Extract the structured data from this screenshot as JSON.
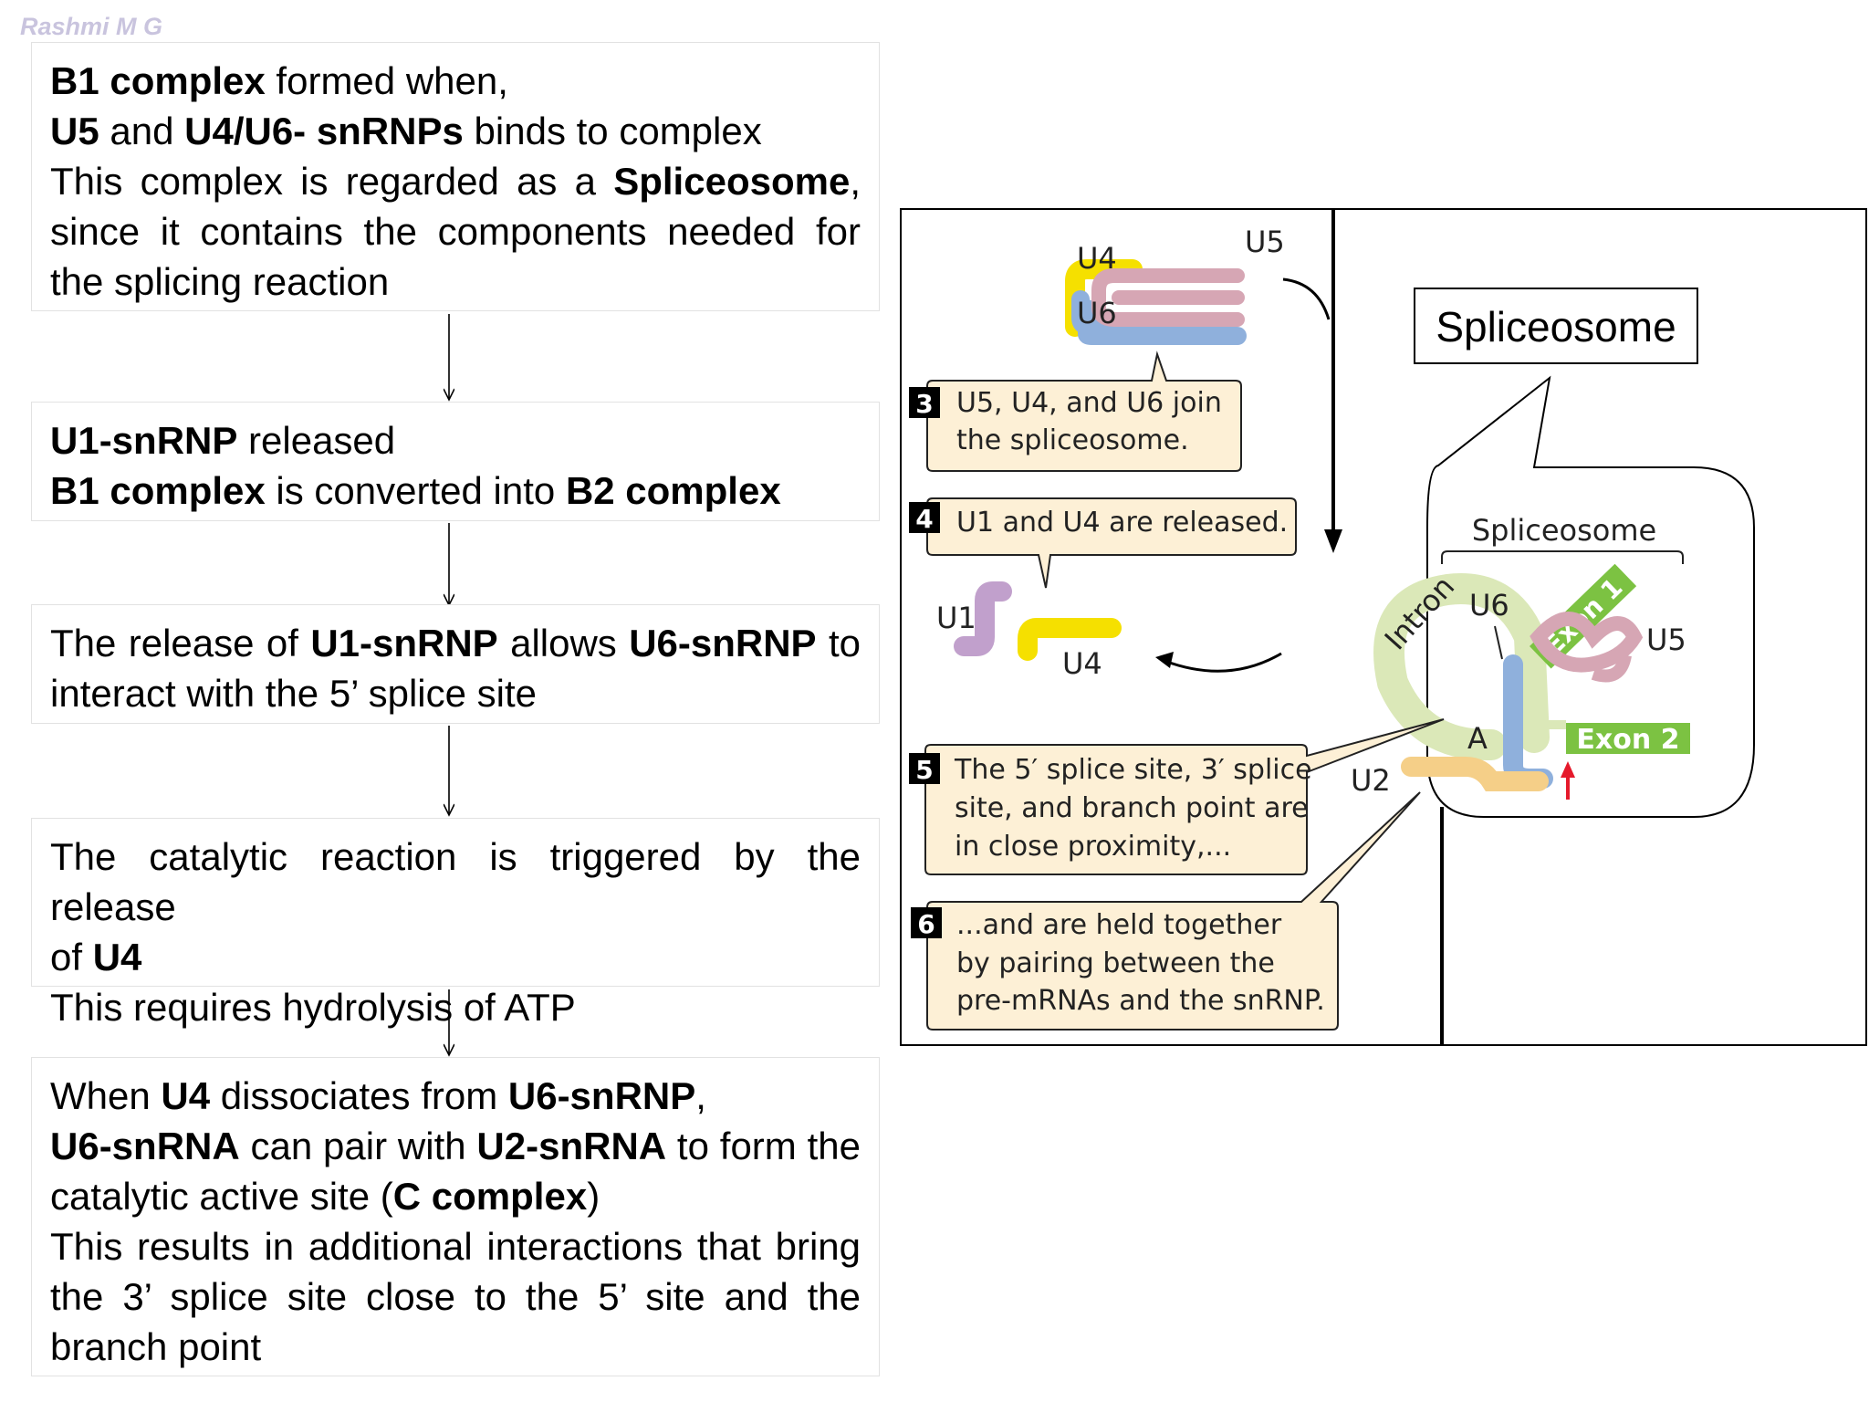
{
  "author": "Rashmi M G",
  "boxes": [
    {
      "lines": [
        {
          "just": false,
          "parts": [
            {
              "b": true,
              "t": "B1 complex"
            },
            {
              "b": false,
              "t": " formed when,"
            }
          ]
        },
        {
          "just": false,
          "parts": [
            {
              "b": true,
              "t": "U5"
            },
            {
              "b": false,
              "t": " and "
            },
            {
              "b": true,
              "t": "U4/U6- snRNPs"
            },
            {
              "b": false,
              "t": " binds to complex"
            }
          ]
        },
        {
          "just": true,
          "parts": [
            {
              "b": false,
              "t": "This complex is regarded as a "
            },
            {
              "b": true,
              "t": "Spliceosome"
            },
            {
              "b": false,
              "t": ","
            }
          ]
        },
        {
          "just": true,
          "parts": [
            {
              "b": false,
              "t": "since it contains the components needed for"
            }
          ]
        },
        {
          "just": false,
          "parts": [
            {
              "b": false,
              "t": "the splicing reaction"
            }
          ]
        }
      ]
    },
    {
      "lines": [
        {
          "just": false,
          "parts": [
            {
              "b": true,
              "t": "U1-snRNP"
            },
            {
              "b": false,
              "t": " released"
            }
          ]
        },
        {
          "just": false,
          "parts": [
            {
              "b": true,
              "t": "B1 complex"
            },
            {
              "b": false,
              "t": " is converted into "
            },
            {
              "b": true,
              "t": "B2 complex"
            }
          ]
        }
      ]
    },
    {
      "lines": [
        {
          "just": true,
          "parts": [
            {
              "b": false,
              "t": "The release of "
            },
            {
              "b": true,
              "t": "U1-snRNP"
            },
            {
              "b": false,
              "t": " allows "
            },
            {
              "b": true,
              "t": "U6-snRNP"
            },
            {
              "b": false,
              "t": " to"
            }
          ]
        },
        {
          "just": false,
          "parts": [
            {
              "b": false,
              "t": "interact with the 5’ splice site"
            }
          ]
        }
      ]
    },
    {
      "lines": [
        {
          "just": true,
          "parts": [
            {
              "b": false,
              "t": "The catalytic reaction is triggered by the release"
            }
          ]
        },
        {
          "just": false,
          "parts": [
            {
              "b": false,
              "t": "of "
            },
            {
              "b": true,
              "t": "U4"
            }
          ]
        },
        {
          "just": false,
          "parts": [
            {
              "b": false,
              "t": "This requires hydrolysis of ATP"
            }
          ]
        }
      ]
    },
    {
      "lines": [
        {
          "just": false,
          "parts": [
            {
              "b": false,
              "t": "When "
            },
            {
              "b": true,
              "t": "U4"
            },
            {
              "b": false,
              "t": " dissociates from "
            },
            {
              "b": true,
              "t": "U6-snRNP"
            },
            {
              "b": false,
              "t": ","
            }
          ]
        },
        {
          "just": true,
          "parts": [
            {
              "b": true,
              "t": "U6-snRNA"
            },
            {
              "b": false,
              "t": " can pair with "
            },
            {
              "b": true,
              "t": "U2-snRNA"
            },
            {
              "b": false,
              "t": " to form the"
            }
          ]
        },
        {
          "just": false,
          "parts": [
            {
              "b": false,
              "t": "catalytic active site ("
            },
            {
              "b": true,
              "t": "C complex"
            },
            {
              "b": false,
              "t": ")"
            }
          ]
        },
        {
          "just": true,
          "parts": [
            {
              "b": false,
              "t": "This results in additional interactions that bring"
            }
          ]
        },
        {
          "just": true,
          "parts": [
            {
              "b": false,
              "t": "the 3’ splice site close to the 5’ site and the"
            }
          ]
        },
        {
          "just": false,
          "parts": [
            {
              "b": false,
              "t": "branch point"
            }
          ]
        }
      ]
    }
  ],
  "figure": {
    "spliceosome_label": "Spliceosome",
    "spliceosome_label_small": "Spliceosome",
    "u4": "U4",
    "u5": "U5",
    "u6": "U6",
    "u1": "U1",
    "u2": "U2",
    "intron": "Intron",
    "exon1": "Exon 1",
    "exon2": "Exon 2",
    "branch_a": "A",
    "step3_num": "3",
    "step3_lines": [
      "U5, U4, and U6 join",
      "the spliceosome."
    ],
    "step4_num": "4",
    "step4_lines": [
      "U1 and U4 are released."
    ],
    "step5_num": "5",
    "step5_lines": [
      "The 5′ splice site, 3′ splice",
      "site, and branch point are",
      "in close proximity,..."
    ],
    "step6_num": "6",
    "step6_lines": [
      "...and are held together",
      "by  pairing between the",
      "pre-mRNAs and the snRNP."
    ],
    "colors": {
      "u4": "#f5e000",
      "u5": "#d6a6b4",
      "u6": "#8fb0dc",
      "u1": "#c1a0cc",
      "u2": "#f5cf88",
      "intron": "#dbe8b8",
      "exon": "#7cc242",
      "callout": "#fdf0d6",
      "red": "#e5192b"
    }
  }
}
